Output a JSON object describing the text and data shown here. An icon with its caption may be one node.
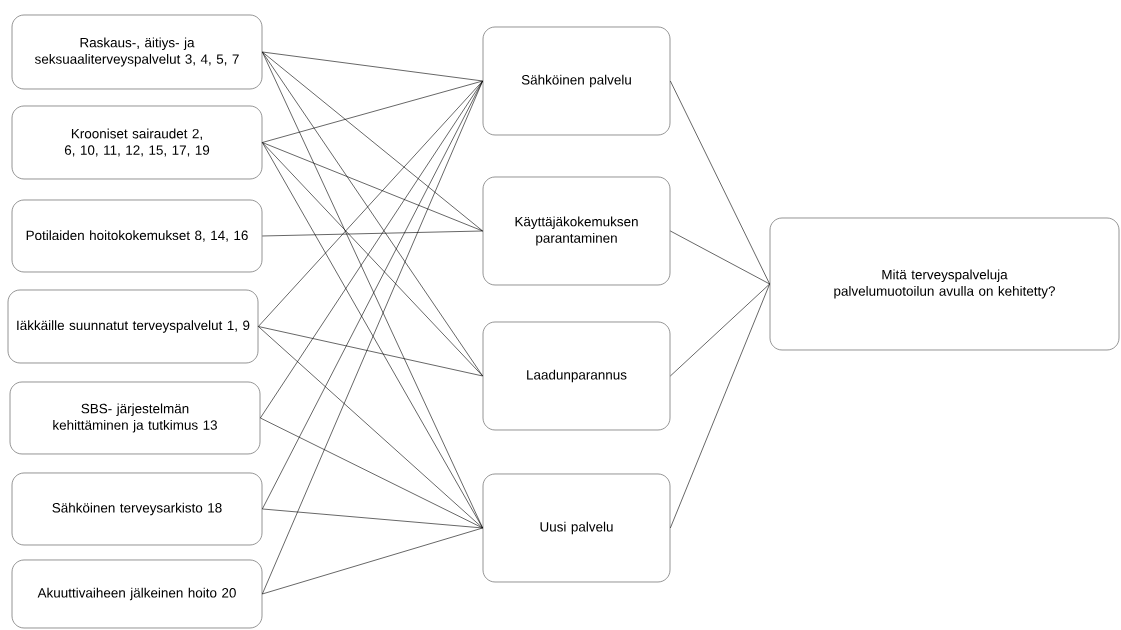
{
  "diagram": {
    "nodes": [
      {
        "text": [
          "Raskaus-, äitiys- ja seksuaaliterveyspalvelut 3, 4, 5, 7"
        ]
      },
      {
        "text": [
          "Krooniset sairaudet 2, 6, 10, 11, 12, 15, 17, 19"
        ]
      },
      {
        "text": [
          "Potilaiden hoitokokemukset 8, 14, 16"
        ]
      },
      {
        "text": [
          "Iäkkäille suunnatut terveyspalvelut 1, 9"
        ]
      },
      {
        "text": [
          "SBS- järjestelmän kehittäminen ja tutkimus 13"
        ]
      },
      {
        "text": [
          "Sähköinen terveysarkisto 18"
        ]
      },
      {
        "text": [
          "Akuuttivaiheen jälkeinen hoito 20"
        ]
      },
      {
        "text": [
          "Sähköinen palvelu"
        ]
      },
      {
        "text": [
          "Käyttäjäkokemuksen parantaminen"
        ]
      },
      {
        "text": [
          "Laadunparannus"
        ]
      },
      {
        "text": [
          "Uusi palvelu"
        ]
      },
      {
        "text": [
          "Mitä terveyspalveluja palvelumuotoilun avulla on kehitetty?"
        ]
      }
    ],
    "edges": [
      {
        "from": 0,
        "to": 7,
        "arrow": "none"
      },
      {
        "from": 0,
        "to": 8,
        "arrow": "none"
      },
      {
        "from": 0,
        "to": 9,
        "arrow": "none"
      },
      {
        "from": 0,
        "to": 10,
        "arrow": "none"
      },
      {
        "from": 1,
        "to": 7,
        "arrow": "none"
      },
      {
        "from": 1,
        "to": 8,
        "arrow": "none"
      },
      {
        "from": 1,
        "to": 9,
        "arrow": "none"
      },
      {
        "from": 1,
        "to": 10,
        "arrow": "none"
      },
      {
        "from": 2,
        "to": 8,
        "arrow": "none"
      },
      {
        "from": 3,
        "to": 7,
        "arrow": "none"
      },
      {
        "from": 3,
        "to": 9,
        "arrow": "none"
      },
      {
        "from": 3,
        "to": 10,
        "arrow": "none"
      },
      {
        "from": 4,
        "to": 7,
        "arrow": "none"
      },
      {
        "from": 4,
        "to": 10,
        "arrow": "none"
      },
      {
        "from": 5,
        "to": 7,
        "arrow": "none"
      },
      {
        "from": 5,
        "to": 10,
        "arrow": "none"
      },
      {
        "from": 6,
        "to": 7,
        "arrow": "none"
      },
      {
        "from": 6,
        "to": 10,
        "arrow": "none"
      },
      {
        "from": 7,
        "to": 11,
        "arrow": "none"
      },
      {
        "from": 8,
        "to": 11,
        "arrow": "none"
      },
      {
        "from": 9,
        "to": 11,
        "arrow": "none"
      },
      {
        "from": 10,
        "to": 11,
        "arrow": "none"
      }
    ]
  }
}
